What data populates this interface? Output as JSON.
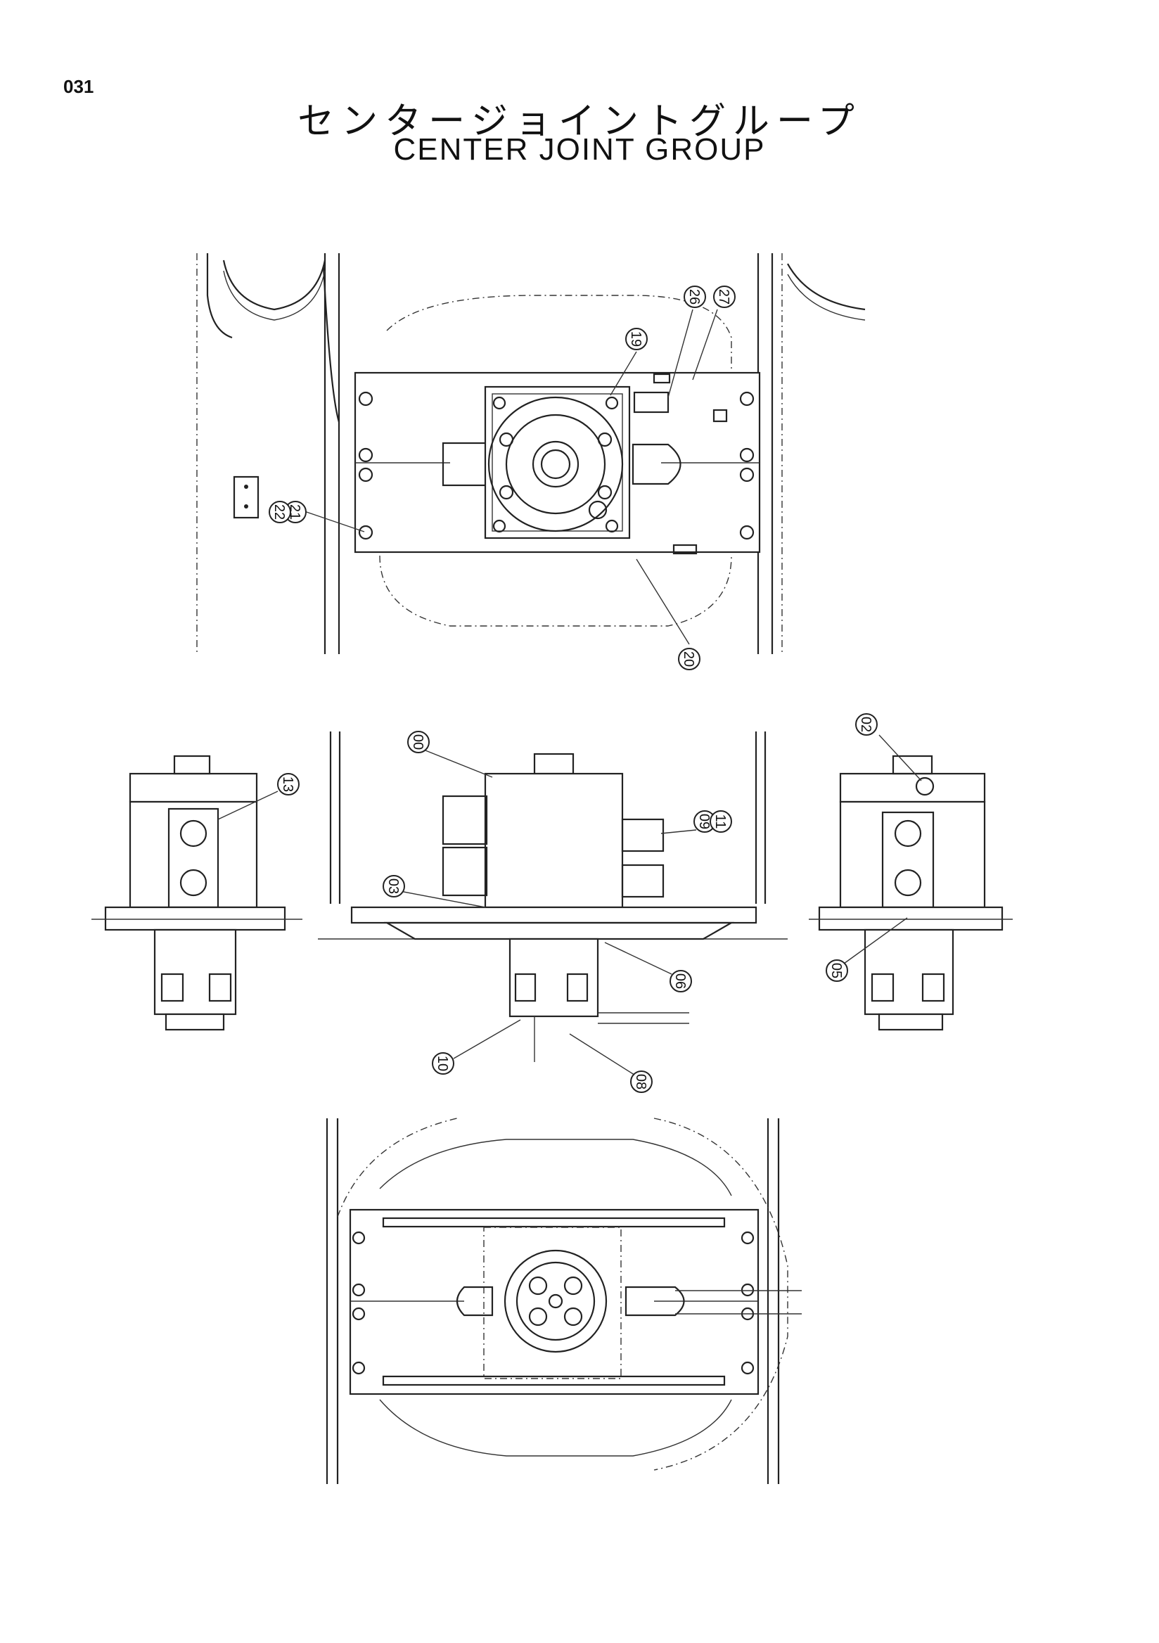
{
  "page_number": "031",
  "title_jp": "センタージョイントグループ",
  "title_en": "CENTER JOINT GROUP",
  "callouts": {
    "c19": "19",
    "c26": "26",
    "c27": "27",
    "c21": "21",
    "c22": "22",
    "c20": "20",
    "c00": "00",
    "c13": "13",
    "c02": "02",
    "c03": "03",
    "c09": "09",
    "c11": "11",
    "c06": "06",
    "c05": "05",
    "c10": "10",
    "c08": "08"
  }
}
